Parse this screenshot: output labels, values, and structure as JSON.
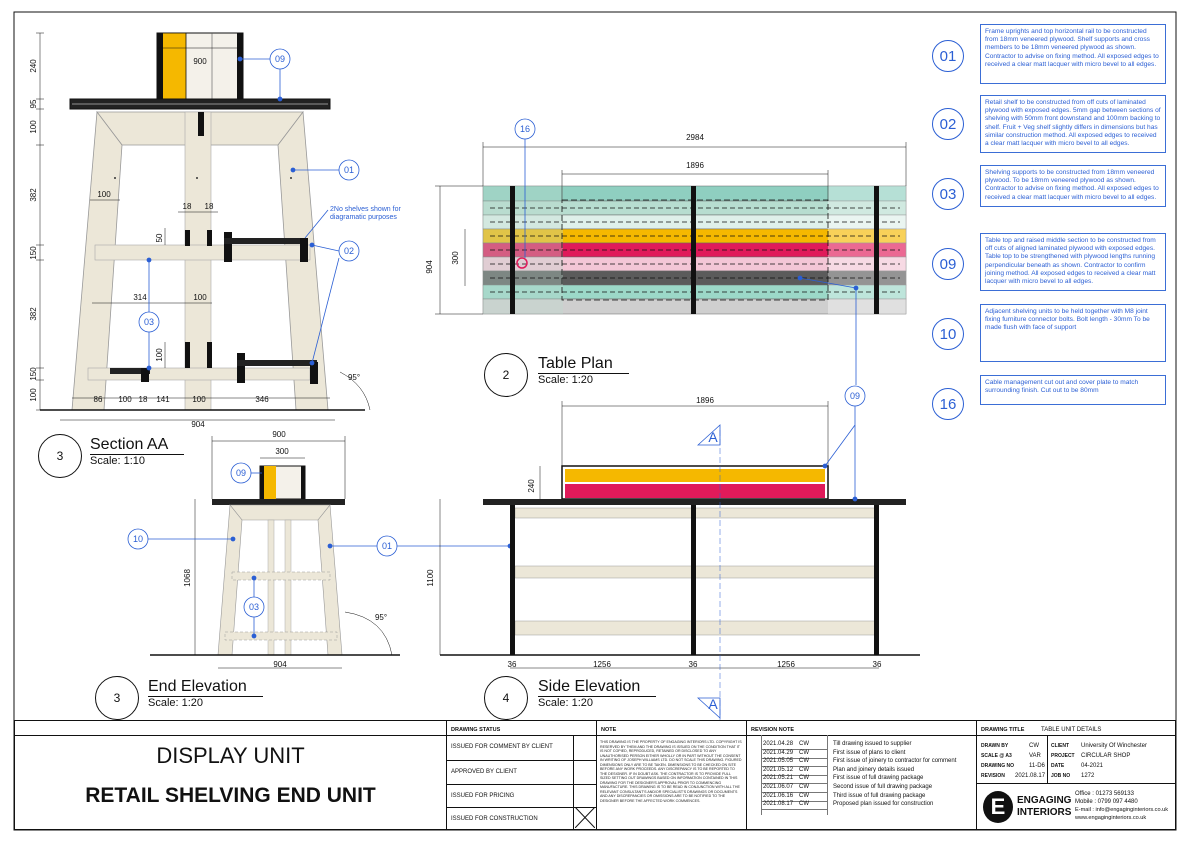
{
  "notes": [
    {
      "tag": "01",
      "text": "Frame uprights and top horizontal rail to be constructed from 18mm veneered plywood. Shelf supports and cross members to be 18mm veneered plywood as shown. Contractor to advise on fixing method. All exposed edges to received a clear matt lacquer with micro bevel to all edges."
    },
    {
      "tag": "02",
      "text": "Retail shelf to be constructed from off cuts of laminated plywood with exposed edges. 5mm gap between sections of shelving with 50mm front downstand and 100mm backing to shelf. Fruit + Veg shelf slightly differs in dimensions but has similar construction method. All exposed edges to received a clear matt lacquer with micro bevel to all edges."
    },
    {
      "tag": "03",
      "text": "Shelving supports to be constructed from 18mm veneered plywood. To be 18mm veneered plywood as shown. Contractor to advise on fixing method. All exposed edges to received a clear matt lacquer with micro bevel to all edges."
    },
    {
      "tag": "09",
      "text": "Table top and raised middle section to be constructed from off cuts of aligned laminated plywood with exposed edges. Table top to be strengthened with plywood lengths running perpendicular beneath as shown. Contractor to confirm joining method. All exposed edges to received a clear matt lacquer with micro bevel to all edges."
    },
    {
      "tag": "10",
      "text": "Adjacent shelving units to be held together with M8 joint fixing furniture connector bolts. Bolt length - 30mm To be made flush with face of support"
    },
    {
      "tag": "16",
      "text": "Cable management cut out and cover plate to match surrounding finish. Cut out to be 80mm"
    }
  ],
  "views": {
    "section": {
      "num": "3",
      "title": "Section AA",
      "scale": "Scale: 1:10"
    },
    "plan": {
      "num": "2",
      "title": "Table Plan",
      "scale": "Scale: 1:20"
    },
    "end": {
      "num": "3",
      "title": "End Elevation",
      "scale": "Scale: 1:20"
    },
    "side": {
      "num": "4",
      "title": "Side Elevation",
      "scale": "Scale: 1:20"
    }
  },
  "labels": {
    "section_note": "2No shelves shown for diagramatic purposes",
    "section_mark": "A"
  },
  "dims": {
    "section_v": [
      "240",
      "95",
      "100",
      "382",
      "150",
      "382",
      "150",
      "100"
    ],
    "section_900": "900",
    "section_18a": "18",
    "section_18b": "18",
    "section_50": "50",
    "section_100a": "100",
    "section_100b": "100",
    "section_314": "314",
    "section_bottom": [
      "86",
      "100",
      "18",
      "141",
      "100",
      "346"
    ],
    "section_904": "904",
    "section_angle": "95°",
    "plan_2984": "2984",
    "plan_1896": "1896",
    "plan_904": "904",
    "plan_300": "300",
    "end_900": "900",
    "end_300": "300",
    "end_1068": "1068",
    "end_904": "904",
    "end_angle": "95°",
    "side_1896": "1896",
    "side_240": "240",
    "side_1100": "1100",
    "side_bottom": [
      "36",
      "1256",
      "36",
      "1256",
      "36"
    ]
  },
  "tags": {
    "t09": "09",
    "t01": "01",
    "t02": "02",
    "t03": "03",
    "t16": "16",
    "t10": "10"
  },
  "titleblock": {
    "title1": "DISPLAY UNIT",
    "title2": "RETAIL SHELVING END UNIT",
    "status_header": "DRAWING STATUS",
    "status": [
      "ISSUED FOR COMMENT BY CLIENT",
      "APPROVED BY CLIENT",
      "ISSUED FOR PRICING",
      "ISSUED FOR CONSTRUCTION"
    ],
    "note_header": "NOTE",
    "note_text": "THIS DRAWING IS THE PROPERTY OF ENGAGING INTERIORS LTD. COPYRIGHT IS RESERVED BY THEM AND THE DRAWING IS ISSUED ON THE CONDITION THAT IT IS NOT COPIED, REPRODUCED, RETAINED OR DISCLOSED TO ANY UNAUTHORISED PERSON EITHER WHOLLY OR IN PART WITHOUT THE CONSENT IN WRITING OF JOSEPH WILLIAMS LTD. DO NOT SCALE THIS DRAWING. FIGURED DIMENSIONS ONLY ARE TO BE TAKEN. DIMENSIONS TO BE CHECKED ON SITE BEFORE ANY WORK PROCEEDS. ANY DISCREPANCY IS TO BE REPORTED TO THE DESIGNER. IF IN DOUBT ASK. THE CONTRACTOR IS TO PROVIDE FULL SIZED SETTING OUT DRAWINGS BASED ON INFORMATION CONTAINED IN THIS DRAWING FOR THE DESIGNER'S APPROVAL PRIOR TO COMMENCING MANUFACTURE. THIS DRAWING IS TO BE READ IN CONJUNCTION WITH ALL THE RELEVANT CONSULTANT'S AND/OR SPECIALIST'S DRAWINGS OR DOCUMENTS AND ANY DISCREPANCIES OR OMISSIONS ARE TO BE NOTIFIED TO THE DESIGNER BEFORE THE AFFECTED WORK COMMENCES.",
    "rev_header": "REVISION NOTE",
    "revisions": [
      {
        "date": "2021.04.28",
        "by": "CW",
        "note": "Till drawing issued to supplier"
      },
      {
        "date": "2021.04.29",
        "by": "CW",
        "note": "First issue of plans to client"
      },
      {
        "date": "2021.05.05",
        "by": "CW",
        "note": "First issue of joinery to contractor for comment"
      },
      {
        "date": "2021.05.12",
        "by": "CW",
        "note": "Plan and joinery details issued"
      },
      {
        "date": "2021.05.21",
        "by": "CW",
        "note": "First issue of full drawing package"
      },
      {
        "date": "2021.06.07",
        "by": "CW",
        "note": "Second issue of full drawing package"
      },
      {
        "date": "2021.06.16",
        "by": "CW",
        "note": "Third issue of full drawing package"
      },
      {
        "date": "2021.08.17",
        "by": "CW",
        "note": "Proposed plan issued for construction"
      }
    ],
    "drawing_title_label": "DRAWING TITLE",
    "drawing_title": "TABLE UNIT DETAILS",
    "drawn_by_label": "DRAWN BY",
    "drawn_by": "CW",
    "scale_label": "SCALE @ A3",
    "scale": "VAR",
    "drawing_no_label": "DRAWING NO",
    "drawing_no": "11-D6",
    "revision_label": "REVISION",
    "revision": "2021.08.17",
    "client_label": "CLIENT",
    "client": "University Of Winchester",
    "project_label": "PROJECT",
    "project": "CIRCULAR SHOP",
    "date_label": "DATE",
    "date": "04-2021",
    "job_label": "JOB NO",
    "job": "1272",
    "logo_letter": "E",
    "brand1": "ENGAGING",
    "brand2": "INTERIORS",
    "office": "Office : 01273 569133",
    "mobile": "Mobile : 0799 097 4480",
    "email": "E-mail : info@engaginginteriors.co.uk",
    "web": "www.engaginginteriors.co.uk"
  },
  "colors": {
    "blue": "#2b5fd4",
    "yellow": "#f5b800",
    "magenta": "#e01a5a",
    "teal": "#8fcfc0",
    "ply": "#ece7d8"
  }
}
